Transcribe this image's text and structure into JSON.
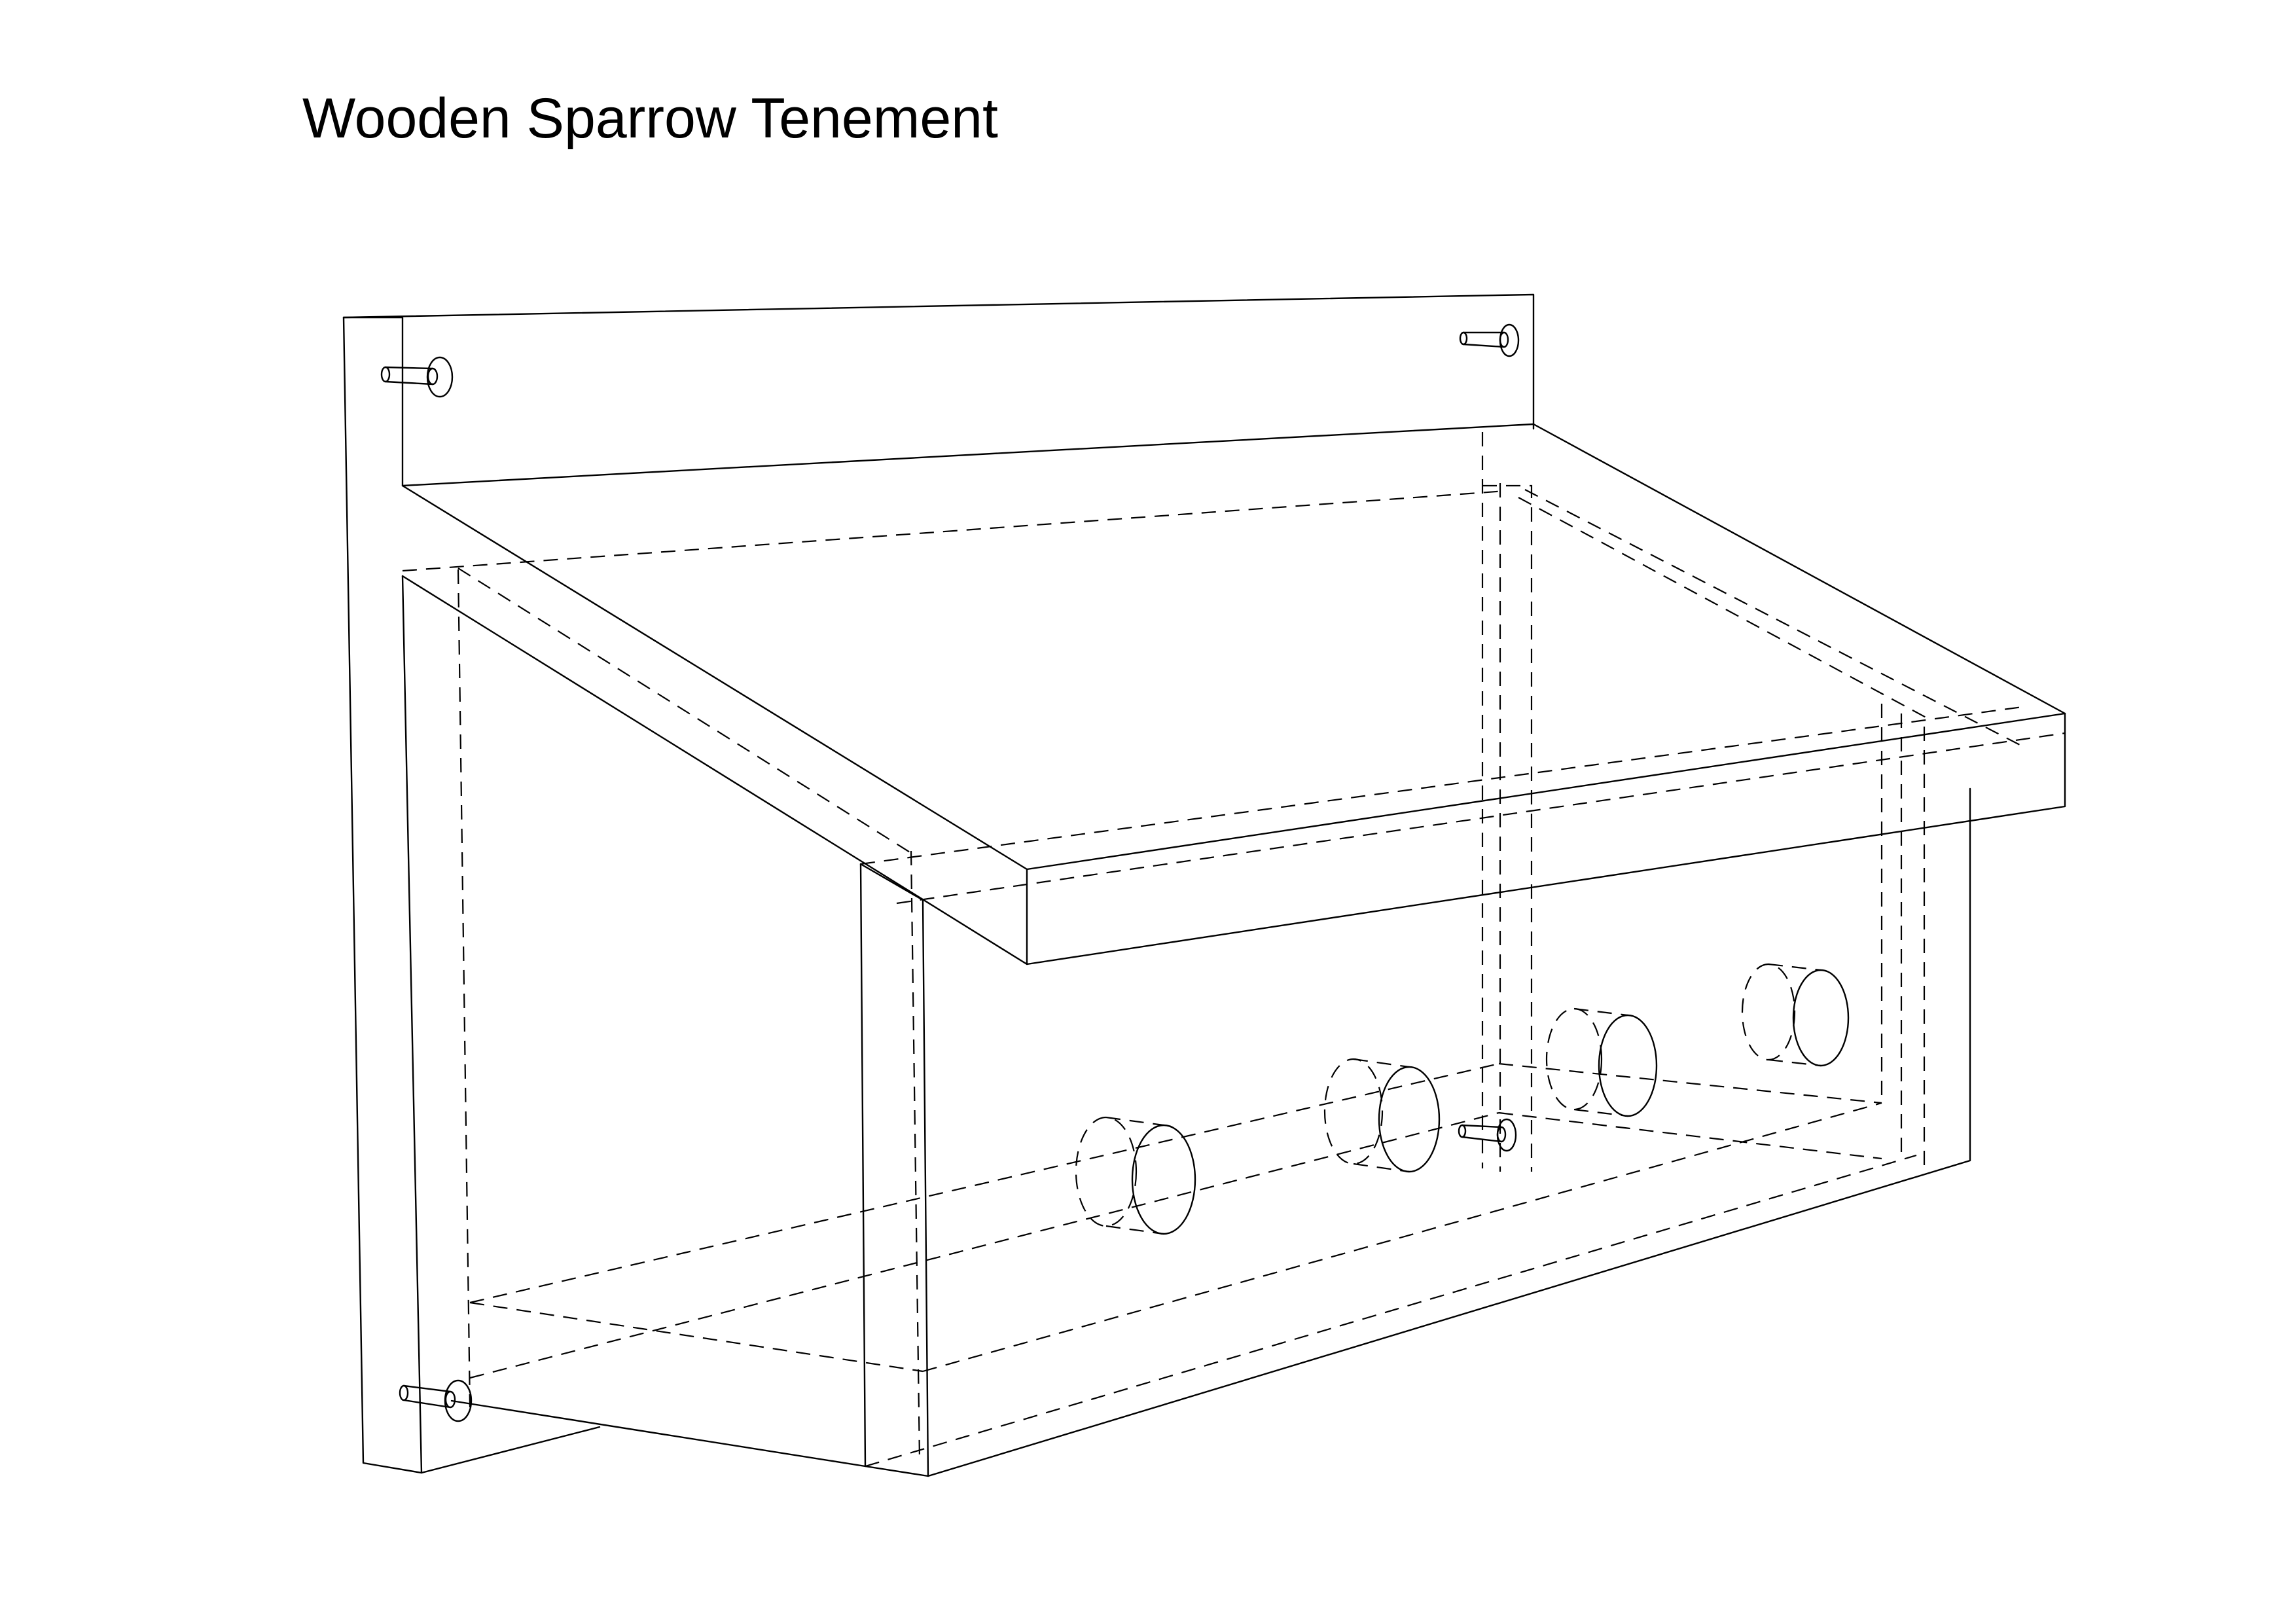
{
  "drawing": {
    "title": "Wooden Sparrow Tenement",
    "line_color": "#000000",
    "background_color": "#ffffff",
    "parts": [
      "back-panel",
      "roof-board",
      "front-panel",
      "floor-board",
      "partition",
      "entrance-holes",
      "mounting-screws"
    ]
  }
}
